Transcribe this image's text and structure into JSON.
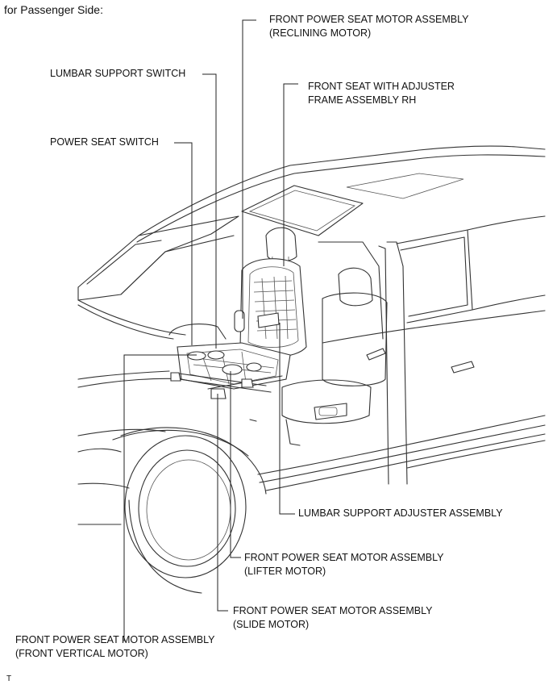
{
  "title": "for Passenger Side:",
  "labels": {
    "reclining_motor_l1": "FRONT POWER SEAT MOTOR ASSEMBLY",
    "reclining_motor_l2": "(RECLINING MOTOR)",
    "lumbar_switch": "LUMBAR SUPPORT SWITCH",
    "seat_frame_l1": "FRONT SEAT WITH ADJUSTER",
    "seat_frame_l2": "FRAME ASSEMBLY RH",
    "power_seat_switch": "POWER SEAT SWITCH",
    "lumbar_adjuster": "LUMBAR SUPPORT ADJUSTER ASSEMBLY",
    "lifter_motor_l1": "FRONT POWER SEAT MOTOR ASSEMBLY",
    "lifter_motor_l2": "(LIFTER MOTOR)",
    "slide_motor_l1": "FRONT POWER SEAT MOTOR ASSEMBLY",
    "slide_motor_l2": "(SLIDE MOTOR)",
    "front_vertical_l1": "FRONT POWER SEAT MOTOR ASSEMBLY",
    "front_vertical_l2": "(FRONT VERTICAL MOTOR)"
  },
  "footer": "T"
}
